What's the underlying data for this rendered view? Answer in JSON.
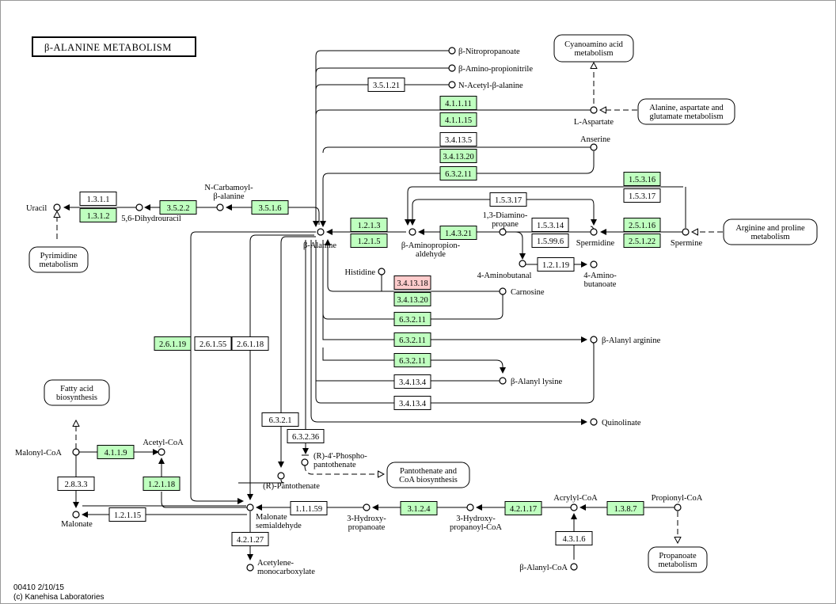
{
  "title": "β-ALANINE METABOLISM",
  "footer": {
    "line1": "00410 2/10/15",
    "line2": "(c) Kanehisa Laboratories"
  },
  "colors": {
    "present": "#bfffbf",
    "absent": "#ffffff",
    "highlight": "#ffcccc",
    "line": "#000000"
  },
  "enzymes": [
    {
      "label": "3.5.1.21",
      "state": "absent"
    },
    {
      "label": "4.1.1.11",
      "state": "present"
    },
    {
      "label": "4.1.1.15",
      "state": "present"
    },
    {
      "label": "3.4.13.5",
      "state": "absent"
    },
    {
      "label": "3.4.13.20",
      "state": "present"
    },
    {
      "label": "6.3.2.11",
      "state": "present"
    },
    {
      "label": "1.3.1.1",
      "state": "absent"
    },
    {
      "label": "1.3.1.2",
      "state": "present"
    },
    {
      "label": "3.5.2.2",
      "state": "present"
    },
    {
      "label": "3.5.1.6",
      "state": "present"
    },
    {
      "label": "1.5.3.17",
      "state": "absent"
    },
    {
      "label": "1.5.3.16",
      "state": "present"
    },
    {
      "label": "1.5.3.17",
      "state": "absent"
    },
    {
      "label": "1.2.1.3",
      "state": "present"
    },
    {
      "label": "1.2.1.5",
      "state": "present"
    },
    {
      "label": "1.4.3.21",
      "state": "present"
    },
    {
      "label": "1.5.3.14",
      "state": "absent"
    },
    {
      "label": "1.5.99.6",
      "state": "absent"
    },
    {
      "label": "2.5.1.16",
      "state": "present"
    },
    {
      "label": "2.5.1.22",
      "state": "present"
    },
    {
      "label": "1.2.1.19",
      "state": "absent"
    },
    {
      "label": "3.4.13.18",
      "state": "highlight"
    },
    {
      "label": "3.4.13.20",
      "state": "present"
    },
    {
      "label": "6.3.2.11",
      "state": "present"
    },
    {
      "label": "6.3.2.11",
      "state": "present"
    },
    {
      "label": "6.3.2.11",
      "state": "present"
    },
    {
      "label": "3.4.13.4",
      "state": "absent"
    },
    {
      "label": "3.4.13.4",
      "state": "absent"
    },
    {
      "label": "2.6.1.19",
      "state": "present"
    },
    {
      "label": "2.6.1.55",
      "state": "absent"
    },
    {
      "label": "2.6.1.18",
      "state": "absent"
    },
    {
      "label": "6.3.2.1",
      "state": "absent"
    },
    {
      "label": "6.3.2.36",
      "state": "absent"
    },
    {
      "label": "4.1.1.9",
      "state": "present"
    },
    {
      "label": "2.8.3.3",
      "state": "absent"
    },
    {
      "label": "1.2.1.18",
      "state": "present"
    },
    {
      "label": "1.2.1.15",
      "state": "absent"
    },
    {
      "label": "1.1.1.59",
      "state": "absent"
    },
    {
      "label": "3.1.2.4",
      "state": "present"
    },
    {
      "label": "4.2.1.17",
      "state": "present"
    },
    {
      "label": "1.3.8.7",
      "state": "present"
    },
    {
      "label": "4.3.1.6",
      "state": "absent"
    },
    {
      "label": "4.2.1.27",
      "state": "absent"
    }
  ],
  "compounds": [
    {
      "lines": [
        "β-Nitropropanoate"
      ]
    },
    {
      "lines": [
        "β-Amino-propionitrile"
      ]
    },
    {
      "lines": [
        "N-Acetyl-β-alanine"
      ]
    },
    {
      "lines": [
        "L-Aspartate"
      ]
    },
    {
      "lines": [
        "Anserine"
      ]
    },
    {
      "lines": [
        "Uracil"
      ]
    },
    {
      "lines": [
        "5,6-Dihydrouracil"
      ]
    },
    {
      "lines": [
        "N-Carbamoyl-",
        "β-alanine"
      ]
    },
    {
      "lines": [
        "β-Alanine"
      ]
    },
    {
      "lines": [
        "β-Aminopropion-",
        "aldehyde"
      ]
    },
    {
      "lines": [
        "1,3-Diamino-",
        "propane"
      ]
    },
    {
      "lines": [
        "Spermidine"
      ]
    },
    {
      "lines": [
        "Spermine"
      ]
    },
    {
      "lines": [
        "4-Aminobutanal"
      ]
    },
    {
      "lines": [
        "4-Amino-",
        "butanoate"
      ]
    },
    {
      "lines": [
        "Histidine"
      ]
    },
    {
      "lines": [
        "Carnosine"
      ]
    },
    {
      "lines": [
        "β-Alanyl arginine"
      ]
    },
    {
      "lines": [
        "β-Alanyl lysine"
      ]
    },
    {
      "lines": [
        "Quinolinate"
      ]
    },
    {
      "lines": [
        "Malonyl-CoA"
      ]
    },
    {
      "lines": [
        "Acetyl-CoA"
      ]
    },
    {
      "lines": [
        "Malonate"
      ]
    },
    {
      "lines": [
        "(R)-4'-Phospho-",
        "pantothenate"
      ]
    },
    {
      "lines": [
        "(R)-Pantothenate"
      ]
    },
    {
      "lines": [
        "Malonate",
        "semialdehyde"
      ]
    },
    {
      "lines": [
        "3-Hydroxy-",
        "propanoate"
      ]
    },
    {
      "lines": [
        "3-Hydroxy-",
        "propanoyl-CoA"
      ]
    },
    {
      "lines": [
        "Acrylyl-CoA"
      ]
    },
    {
      "lines": [
        "Propionyl-CoA"
      ]
    },
    {
      "lines": [
        "β-Alanyl-CoA"
      ]
    },
    {
      "lines": [
        "Acetylene-",
        "monocarboxylate"
      ]
    }
  ],
  "maps": [
    {
      "lines": [
        "Cyanoamino acid",
        "metabolism"
      ]
    },
    {
      "lines": [
        "Alanine, aspartate and",
        "glutamate metabolism"
      ]
    },
    {
      "lines": [
        "Arginine and proline",
        "metabolism"
      ]
    },
    {
      "lines": [
        "Pyrimidine",
        "metabolism"
      ]
    },
    {
      "lines": [
        "Fatty acid",
        "biosynthesis"
      ]
    },
    {
      "lines": [
        "Pantothenate and",
        "CoA biosynthesis"
      ]
    },
    {
      "lines": [
        "Propanoate",
        "metabolism"
      ]
    }
  ]
}
